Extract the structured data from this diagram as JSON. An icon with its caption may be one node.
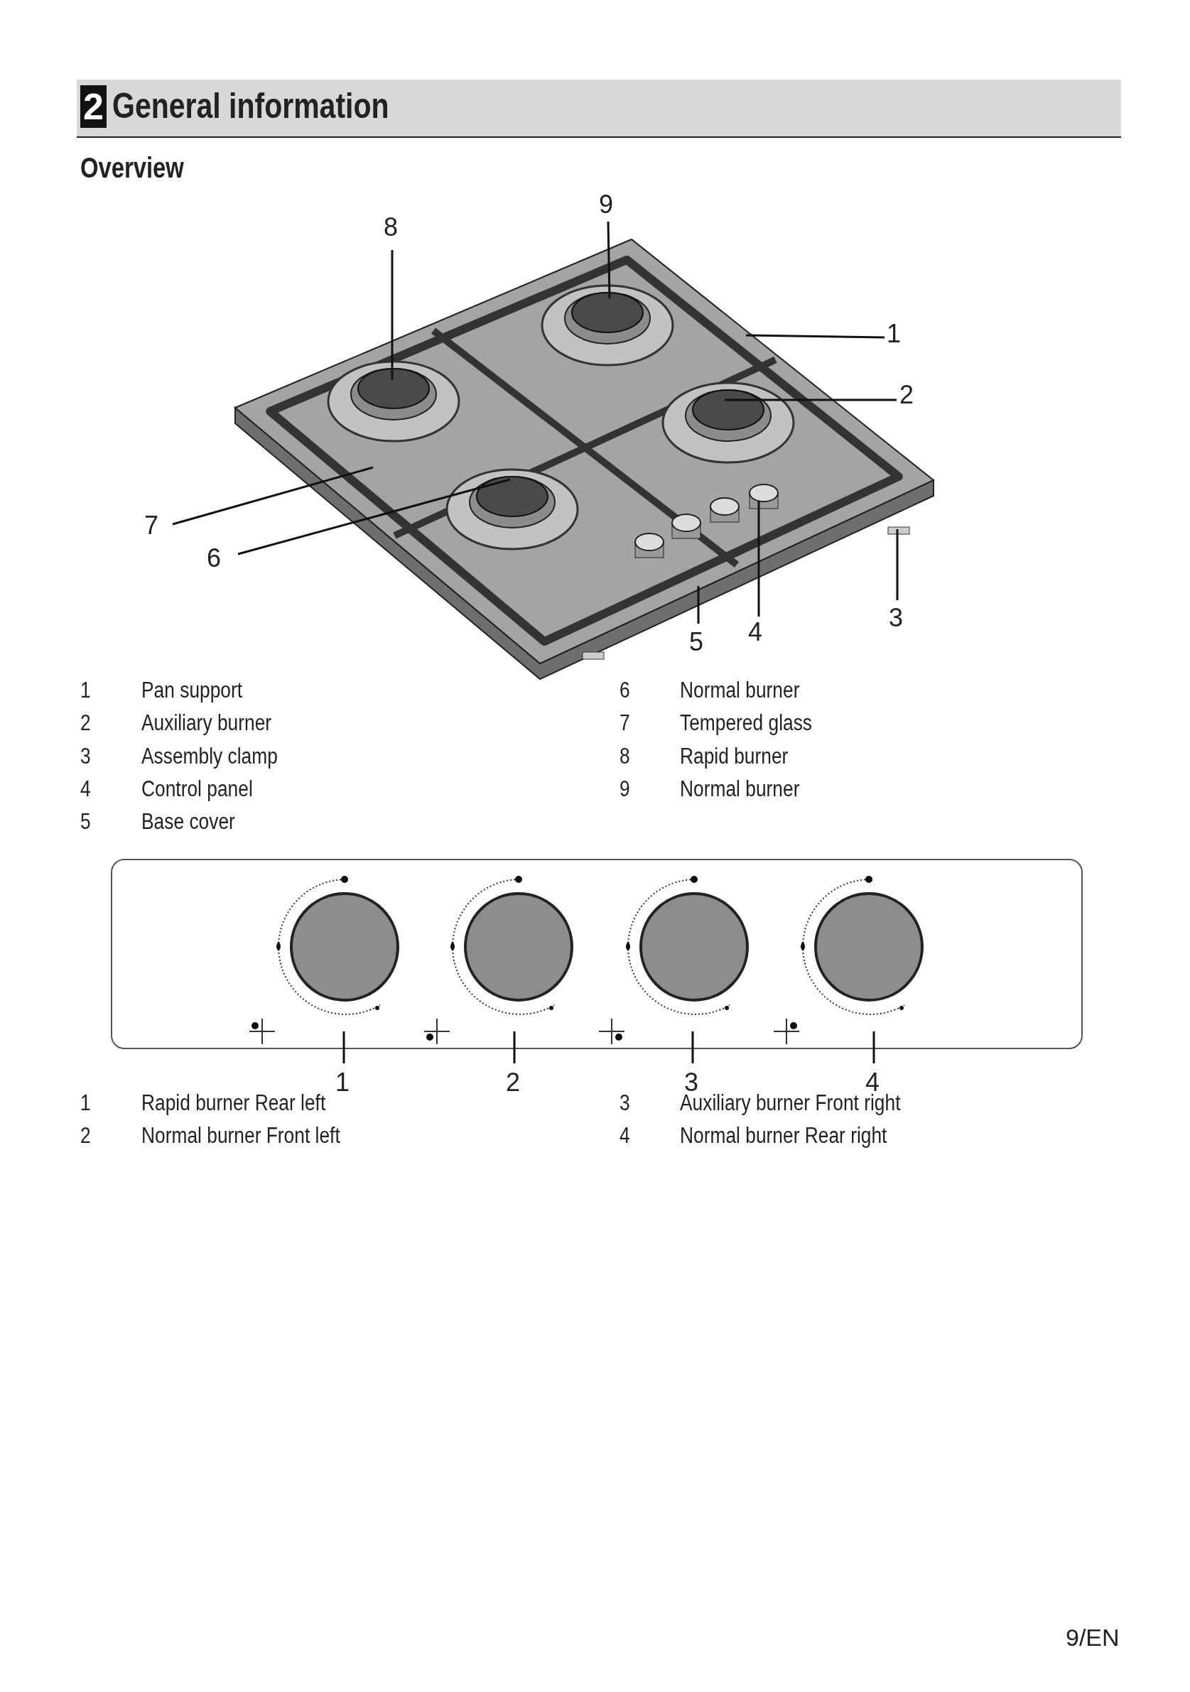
{
  "diagram": {
    "title": "General information",
    "nodes": [
      {
        "text": [
          "9"
        ]
      },
      {
        "text": [
          "8"
        ]
      },
      {
        "text": [
          "1"
        ]
      },
      {
        "text": [
          "2"
        ]
      },
      {
        "text": [
          "7"
        ]
      },
      {
        "text": [
          "6"
        ]
      },
      {
        "text": [
          "3"
        ]
      },
      {
        "text": [
          "4"
        ]
      },
      {
        "text": [
          "5"
        ]
      },
      {
        "text": [
          "1"
        ]
      },
      {
        "text": [
          "2"
        ]
      },
      {
        "text": [
          "3"
        ]
      },
      {
        "text": [
          "4"
        ]
      }
    ],
    "edges": [
      {
        "from": 0,
        "to": null,
        "arrow": "none"
      },
      {
        "from": 1,
        "to": null,
        "arrow": "none"
      },
      {
        "from": 2,
        "to": null,
        "arrow": "none"
      },
      {
        "from": 3,
        "to": null,
        "arrow": "none"
      },
      {
        "from": 4,
        "to": null,
        "arrow": "none"
      },
      {
        "from": 5,
        "to": null,
        "arrow": "none"
      },
      {
        "from": 6,
        "to": null,
        "arrow": "none"
      },
      {
        "from": 7,
        "to": null,
        "arrow": "none"
      },
      {
        "from": 8,
        "to": null,
        "arrow": "none"
      },
      {
        "from": 9,
        "to": null,
        "arrow": "none"
      },
      {
        "from": 10,
        "to": null,
        "arrow": "none"
      },
      {
        "from": 11,
        "to": null,
        "arrow": "none"
      },
      {
        "from": 12,
        "to": null,
        "arrow": "none"
      }
    ],
    "labels": [
      "2",
      "Overview",
      "1",
      "Pan support",
      "6",
      "Normal burner",
      "2",
      "Auxiliary burner",
      "7",
      "Tempered glass",
      "3",
      "Assembly clamp",
      "8",
      "Rapid burner",
      "4",
      "Control panel",
      "9",
      "Normal burner",
      "5",
      "Base cover",
      "1",
      "Rapid burner Rear left",
      "3",
      "Auxiliary burner Front right",
      "2",
      "Normal burner Front left",
      "4",
      "Normal burner Rear right",
      "9/EN"
    ]
  }
}
